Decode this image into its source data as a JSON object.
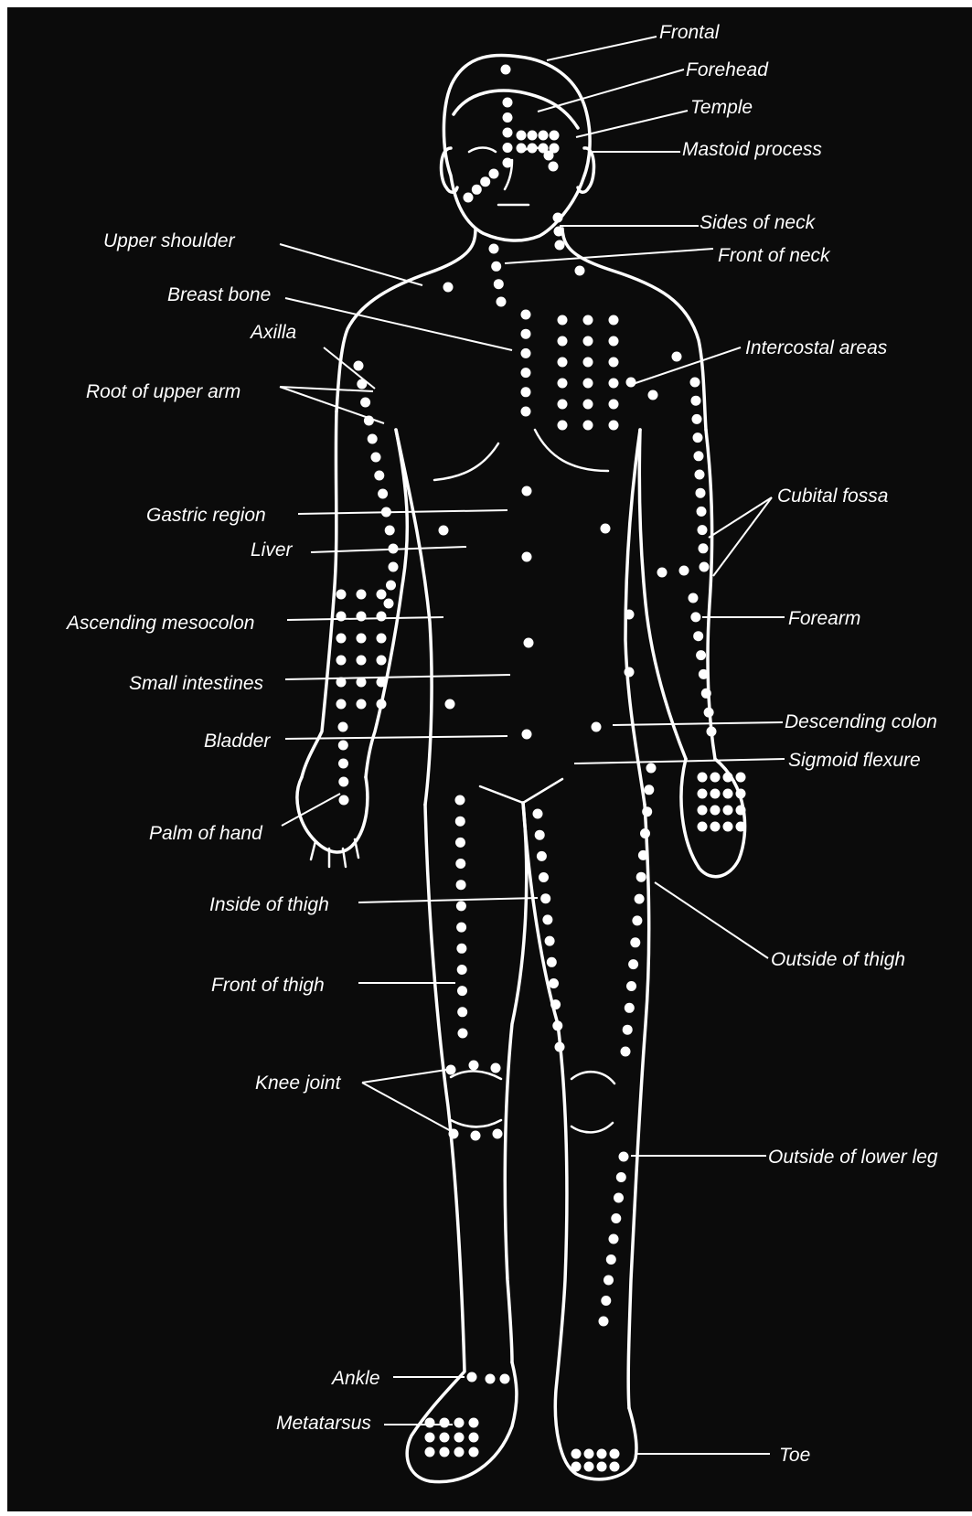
{
  "colors": {
    "background": "#0b0b0b",
    "outline": "#ffffff",
    "points": "#ffffff",
    "labels": "#ffffff",
    "page": "#ffffff"
  },
  "labels": {
    "frontal": "Frontal",
    "forehead": "Forehead",
    "temple": "Temple",
    "mastoid_process": "Mastoid process",
    "sides_of_neck": "Sides of neck",
    "front_of_neck": "Front of neck",
    "upper_shoulder": "Upper shoulder",
    "breast_bone": "Breast bone",
    "axilla": "Axilla",
    "root_of_upper_arm": "Root of upper arm",
    "intercostal_areas": "Intercostal areas",
    "gastric_region": "Gastric region",
    "liver": "Liver",
    "cubital_fossa": "Cubital fossa",
    "ascending_mesocolon": "Ascending mesocolon",
    "forearm": "Forearm",
    "small_intestines": "Small intestines",
    "bladder": "Bladder",
    "descending_colon": "Descending colon",
    "sigmoid_flexure": "Sigmoid flexure",
    "palm_of_hand": "Palm of hand",
    "inside_of_thigh": "Inside of thigh",
    "outside_of_thigh": "Outside of thigh",
    "front_of_thigh": "Front of thigh",
    "knee_joint": "Knee joint",
    "outside_of_lower_leg": "Outside of lower leg",
    "ankle": "Ankle",
    "metatarsus": "Metatarsus",
    "toe": "Toe"
  }
}
